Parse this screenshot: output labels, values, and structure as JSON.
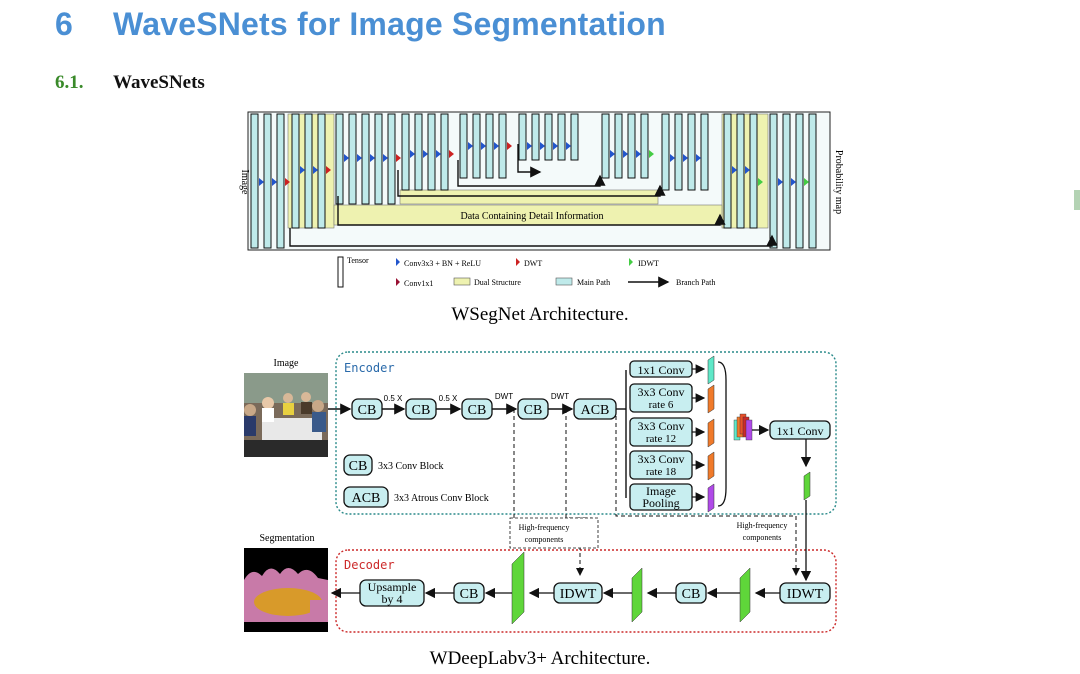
{
  "heading": {
    "number": "6",
    "title": "WaveSNets for Image Segmentation"
  },
  "subheading": {
    "number": "6.1.",
    "title": "WaveSNets"
  },
  "wsegnet": {
    "left_label": "Image",
    "right_label": "Probability map",
    "detail_label": "Data Containing Detail Information",
    "legend": {
      "tensor": "Tensor",
      "conv": "Conv3x3 + BN + ReLU",
      "dwt": "DWT",
      "idwt": "IDWT",
      "conv1x1": "Conv1x1",
      "dual": "Dual Structure",
      "main": "Main Path",
      "branch": "Branch Path"
    },
    "caption": "WSegNet Architecture."
  },
  "wdeeplab": {
    "image_label": "Image",
    "segmentation_label": "Segmentation",
    "encoder_label": "Encoder",
    "decoder_label": "Decoder",
    "cb": "CB",
    "acb": "ACB",
    "scale1": "0.5 X",
    "scale2": "0.5 X",
    "dwt1": "DWT",
    "dwt2": "DWT",
    "aspp": [
      {
        "line1": "1x1 Conv",
        "line2": ""
      },
      {
        "line1": "3x3 Conv",
        "line2": "rate 6"
      },
      {
        "line1": "3x3 Conv",
        "line2": "rate 12"
      },
      {
        "line1": "3x3 Conv",
        "line2": "rate 18"
      },
      {
        "line1": "Image",
        "line2": "Pooling"
      }
    ],
    "conv1x1": "1x1 Conv",
    "legend_cb": "3x3 Conv Block",
    "legend_acb": "3x3 Atrous Conv Block",
    "hf1_line1": "High-frequency",
    "hf1_line2": "components",
    "hf2_line1": "High-frequency",
    "hf2_line2": "components",
    "idwt": "IDWT",
    "upsample_line1": "Upsample",
    "upsample_line2": "by 4",
    "caption": "WDeepLabv3+ Architecture."
  },
  "colors": {
    "heading": "#4a8fd4",
    "section_number": "#3a8a2a",
    "main_path": "#bfeaea",
    "dual": "#eef2b0",
    "encoder_border": "#2a8a8a",
    "decoder_border": "#cc2a2a",
    "green_tensor": "#5fd63a"
  }
}
